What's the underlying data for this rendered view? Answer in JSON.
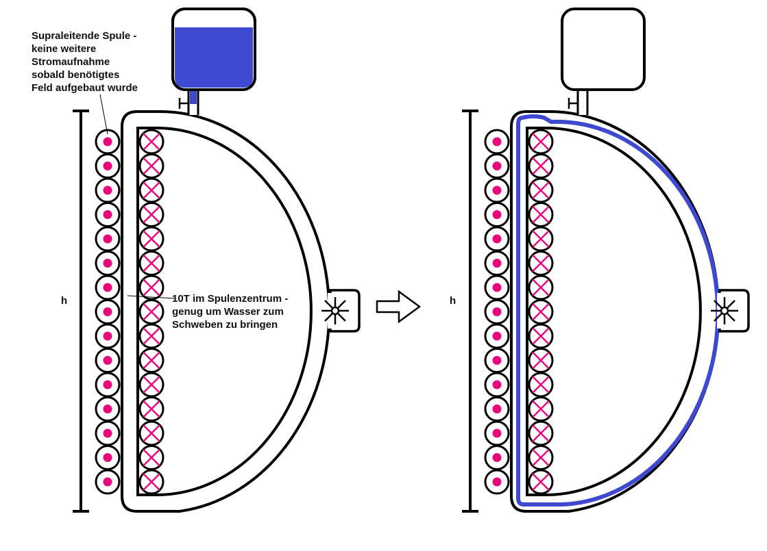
{
  "labels": {
    "coil_note": "Supraleitende Spule -\nkeine weitere\nStromaufnahme\nsobald benötigtes\nFeld aufgebaut wurde",
    "field_note": "10T im Spulenzentrum -\ngenug um Wasser zum\nSchweben zu bringen",
    "height_left": "h",
    "height_right": "h"
  },
  "colors": {
    "outline": "#000000",
    "coil_dot": "#e8087e",
    "coil_cross": "#e8087e",
    "water": "#3f49cf",
    "background": "#ffffff"
  },
  "icons": {
    "current_out": "dot-in-circle",
    "current_in": "cross-in-circle",
    "valve": "valve-icon",
    "pump": "impeller-icon",
    "transition": "right-arrow-icon"
  },
  "states": [
    {
      "name": "before",
      "tank": "full",
      "water_in_channel": false
    },
    {
      "name": "after",
      "tank": "empty",
      "water_in_channel": true
    }
  ],
  "coil_turns": 15
}
